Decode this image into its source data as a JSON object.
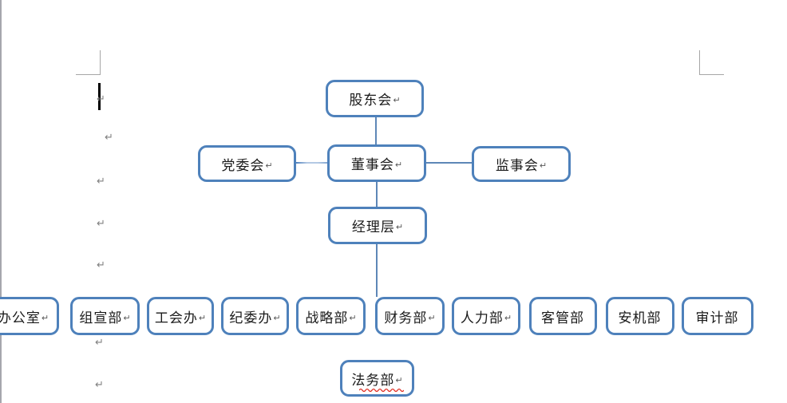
{
  "document": {
    "pilcrow_mark": "↵",
    "accent_color": "#4e81bb",
    "squiggle_color": "#e02b20"
  },
  "org": {
    "nodes": [
      {
        "label": "股东会",
        "pilcrow": "↵"
      },
      {
        "label": "党委会",
        "pilcrow": "↵"
      },
      {
        "label": "董事会",
        "pilcrow": "↵"
      },
      {
        "label": "监事会",
        "pilcrow": "↵"
      },
      {
        "label": "经理层",
        "pilcrow": "↵"
      },
      {
        "label": "办公室",
        "pilcrow": "↵"
      },
      {
        "label": "组宣部",
        "pilcrow": "↵"
      },
      {
        "label": "工会办",
        "pilcrow": "↵"
      },
      {
        "label": "纪委办",
        "pilcrow": "↵"
      },
      {
        "label": "战略部",
        "pilcrow": "↵"
      },
      {
        "label": "财务部",
        "pilcrow": "↵"
      },
      {
        "label": "人力部",
        "pilcrow": "↵"
      },
      {
        "label": "客管部",
        "pilcrow": ""
      },
      {
        "label": "安机部",
        "pilcrow": ""
      },
      {
        "label": "审计部",
        "pilcrow": ""
      },
      {
        "label": "法务部",
        "pilcrow": "↵"
      }
    ]
  }
}
